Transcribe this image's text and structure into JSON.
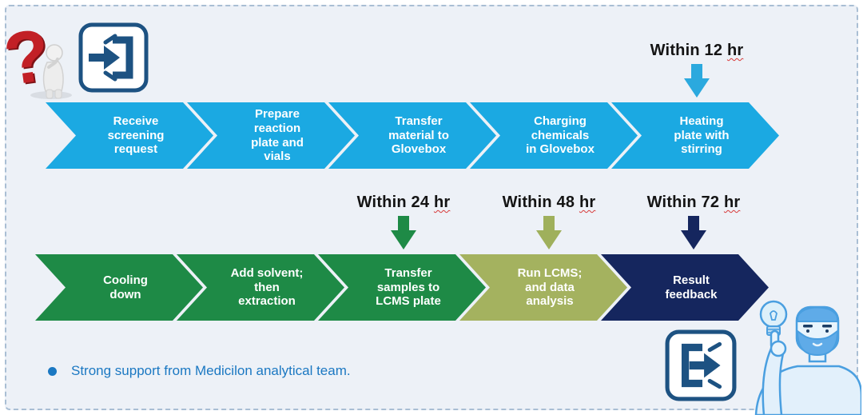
{
  "palette": {
    "board_background": "#edf1f7",
    "border_dash": "#a9bed4",
    "stage_blue": "#1ba9e2",
    "stage_green": "#1e8a46",
    "stage_olive": "#a4b25f",
    "stage_navy": "#15265e",
    "footnote_blue": "#1b78c2",
    "icon_navy": "#1d5282",
    "question_red": "#c22026"
  },
  "row1": {
    "stages": [
      {
        "label": "Receive\nscreening\nrequest",
        "color": "#1ba9e2"
      },
      {
        "label": "Prepare\nreaction\nplate and\nvials",
        "color": "#1ba9e2"
      },
      {
        "label": "Transfer\nmaterial to\nGlovebox",
        "color": "#1ba9e2"
      },
      {
        "label": "Charging\nchemicals\nin Glovebox",
        "color": "#1ba9e2"
      },
      {
        "label": "Heating\nplate with\nstirring",
        "color": "#1ba9e2"
      }
    ]
  },
  "row2": {
    "stages": [
      {
        "label": "Cooling\ndown",
        "color": "#1e8a46"
      },
      {
        "label": "Add solvent;\nthen\nextraction",
        "color": "#1e8a46"
      },
      {
        "label": "Transfer\nsamples to\nLCMS plate",
        "color": "#1e8a46"
      },
      {
        "label": "Run LCMS;\nand data\nanalysis",
        "color": "#a4b25f"
      },
      {
        "label": "Result\nfeedback",
        "color": "#15265e"
      }
    ]
  },
  "timelines": [
    {
      "text": "Within 12",
      "unit": "hr",
      "color": "#2ba9de"
    },
    {
      "text": "Within 24",
      "unit": "hr",
      "color": "#1e8a46"
    },
    {
      "text": "Within 48",
      "unit": "hr",
      "color": "#9fb05c"
    },
    {
      "text": "Within 72",
      "unit": "hr",
      "color": "#15265e"
    }
  ],
  "footnote": {
    "text": "Strong support from Medicilon analytical team."
  },
  "icons": {
    "top_left": [
      "question-mark-thinker",
      "enter-login"
    ],
    "bottom_right": [
      "exit-logout",
      "person-with-idea-bulb"
    ]
  }
}
